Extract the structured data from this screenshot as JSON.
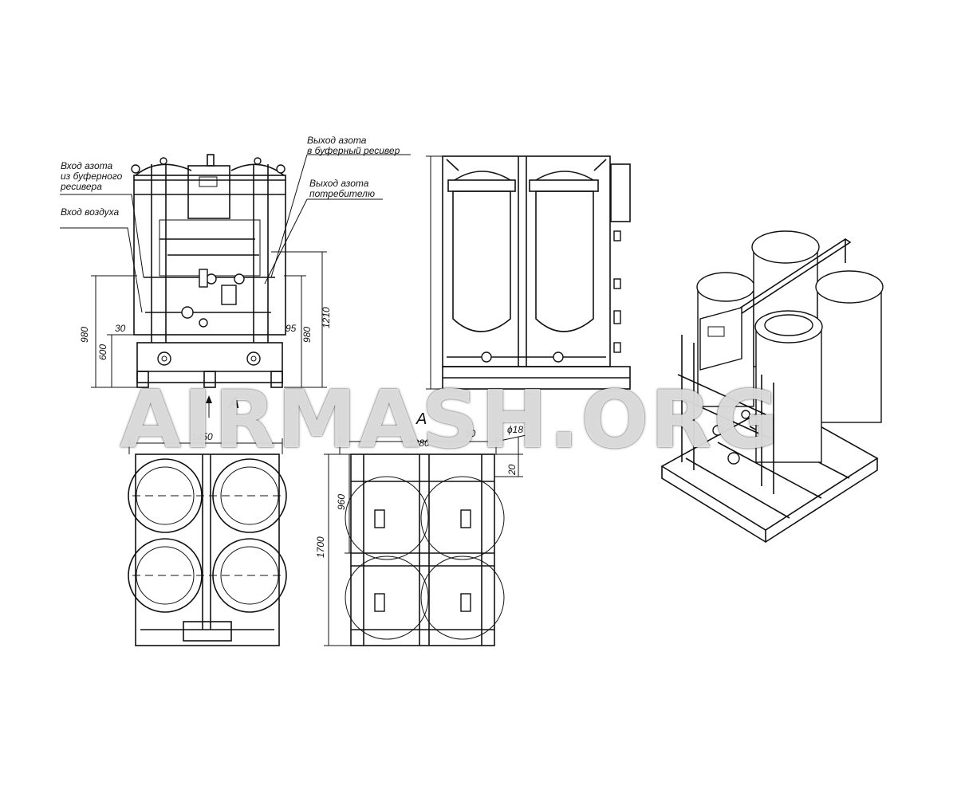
{
  "labels": {
    "nitrogen_in_line1": "Вход азота",
    "nitrogen_in_line2": "из буферного",
    "nitrogen_in_line3": "ресивера",
    "air_in": "Вход воздуха",
    "nitrogen_out_buffer_line1": "Выход азота",
    "nitrogen_out_buffer_line2": "в буферный ресивер",
    "nitrogen_out_consumer_line1": "Выход азота",
    "nitrogen_out_consumer_line2": "потребителю"
  },
  "dimensions": {
    "height_980_left": "980",
    "height_600": "600",
    "offset_30": "30",
    "offset_95": "95",
    "height_980_right": "980",
    "height_1210": "1210",
    "width_1450": "1450",
    "width_1280": "1280",
    "offset_50": "50",
    "diameter_18": "ϕ18",
    "offset_20": "20",
    "depth_960": "960",
    "length_1700": "1700"
  },
  "view_marks": {
    "view_a_arrow": "A",
    "view_a_title": "A"
  },
  "watermark": "AIRMASH.ORG"
}
